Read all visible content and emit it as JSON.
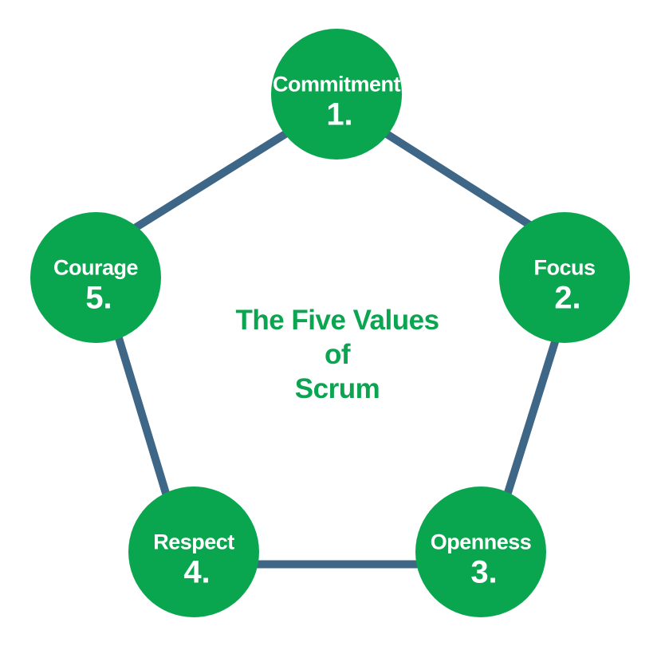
{
  "diagram": {
    "title": {
      "line1": "The Five Values",
      "line2": "of",
      "line3": "Scrum"
    },
    "values": [
      {
        "label": "Commitment",
        "number": "1."
      },
      {
        "label": "Focus",
        "number": "2."
      },
      {
        "label": "Openness",
        "number": "3."
      },
      {
        "label": "Respect",
        "number": "4."
      },
      {
        "label": "Courage",
        "number": "5."
      }
    ],
    "colors": {
      "circle_fill": "#0AA64F",
      "circle_text": "#FFFFFF",
      "title_text": "#0BA551",
      "pentagon_stroke": "#3E6687",
      "pentagon_fill": "#FFFFFF"
    }
  }
}
